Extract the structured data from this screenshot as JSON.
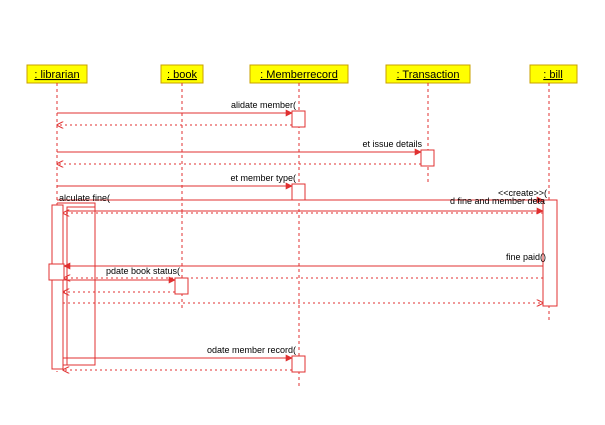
{
  "diagram": {
    "type": "sequence",
    "colors": {
      "line": "#e03030",
      "head_fill": "#ffff00",
      "head_border": "#c8a000",
      "text": "#000000"
    },
    "lifelines": [
      {
        "id": "librarian",
        "label": ": librarian"
      },
      {
        "id": "book",
        "label": ": book"
      },
      {
        "id": "memberrecord",
        "label": ": Memberrecord"
      },
      {
        "id": "transaction",
        "label": ": Transaction"
      },
      {
        "id": "bill",
        "label": ": bill"
      }
    ],
    "messages": [
      {
        "label": "alidate member(",
        "from": "librarian",
        "to": "memberrecord",
        "kind": "call"
      },
      {
        "label": "",
        "from": "memberrecord",
        "to": "librarian",
        "kind": "return"
      },
      {
        "label": "et issue details",
        "from": "librarian",
        "to": "transaction",
        "kind": "call"
      },
      {
        "label": "",
        "from": "transaction",
        "to": "librarian",
        "kind": "return"
      },
      {
        "label": "et member type(",
        "from": "librarian",
        "to": "memberrecord",
        "kind": "call"
      },
      {
        "label": "<<create>>(",
        "from": "librarian",
        "to": "bill",
        "kind": "create"
      },
      {
        "label": "alculate fine(",
        "from": "librarian",
        "to": "librarian",
        "kind": "self"
      },
      {
        "label": "d fine and member deta",
        "from": "librarian",
        "to": "bill",
        "kind": "call"
      },
      {
        "label": "",
        "from": "bill",
        "to": "librarian",
        "kind": "return"
      },
      {
        "label": "fine paid()",
        "from": "bill",
        "to": "librarian",
        "kind": "call"
      },
      {
        "label": "pdate book status(",
        "from": "librarian",
        "to": "book",
        "kind": "call"
      },
      {
        "label": "",
        "from": "bill",
        "to": "librarian",
        "kind": "return"
      },
      {
        "label": "",
        "from": "book",
        "to": "librarian",
        "kind": "return"
      },
      {
        "label": "",
        "from": "librarian",
        "to": "bill",
        "kind": "return"
      },
      {
        "label": "odate member record(",
        "from": "librarian",
        "to": "memberrecord",
        "kind": "call"
      },
      {
        "label": "",
        "from": "memberrecord",
        "to": "librarian",
        "kind": "return"
      }
    ]
  }
}
